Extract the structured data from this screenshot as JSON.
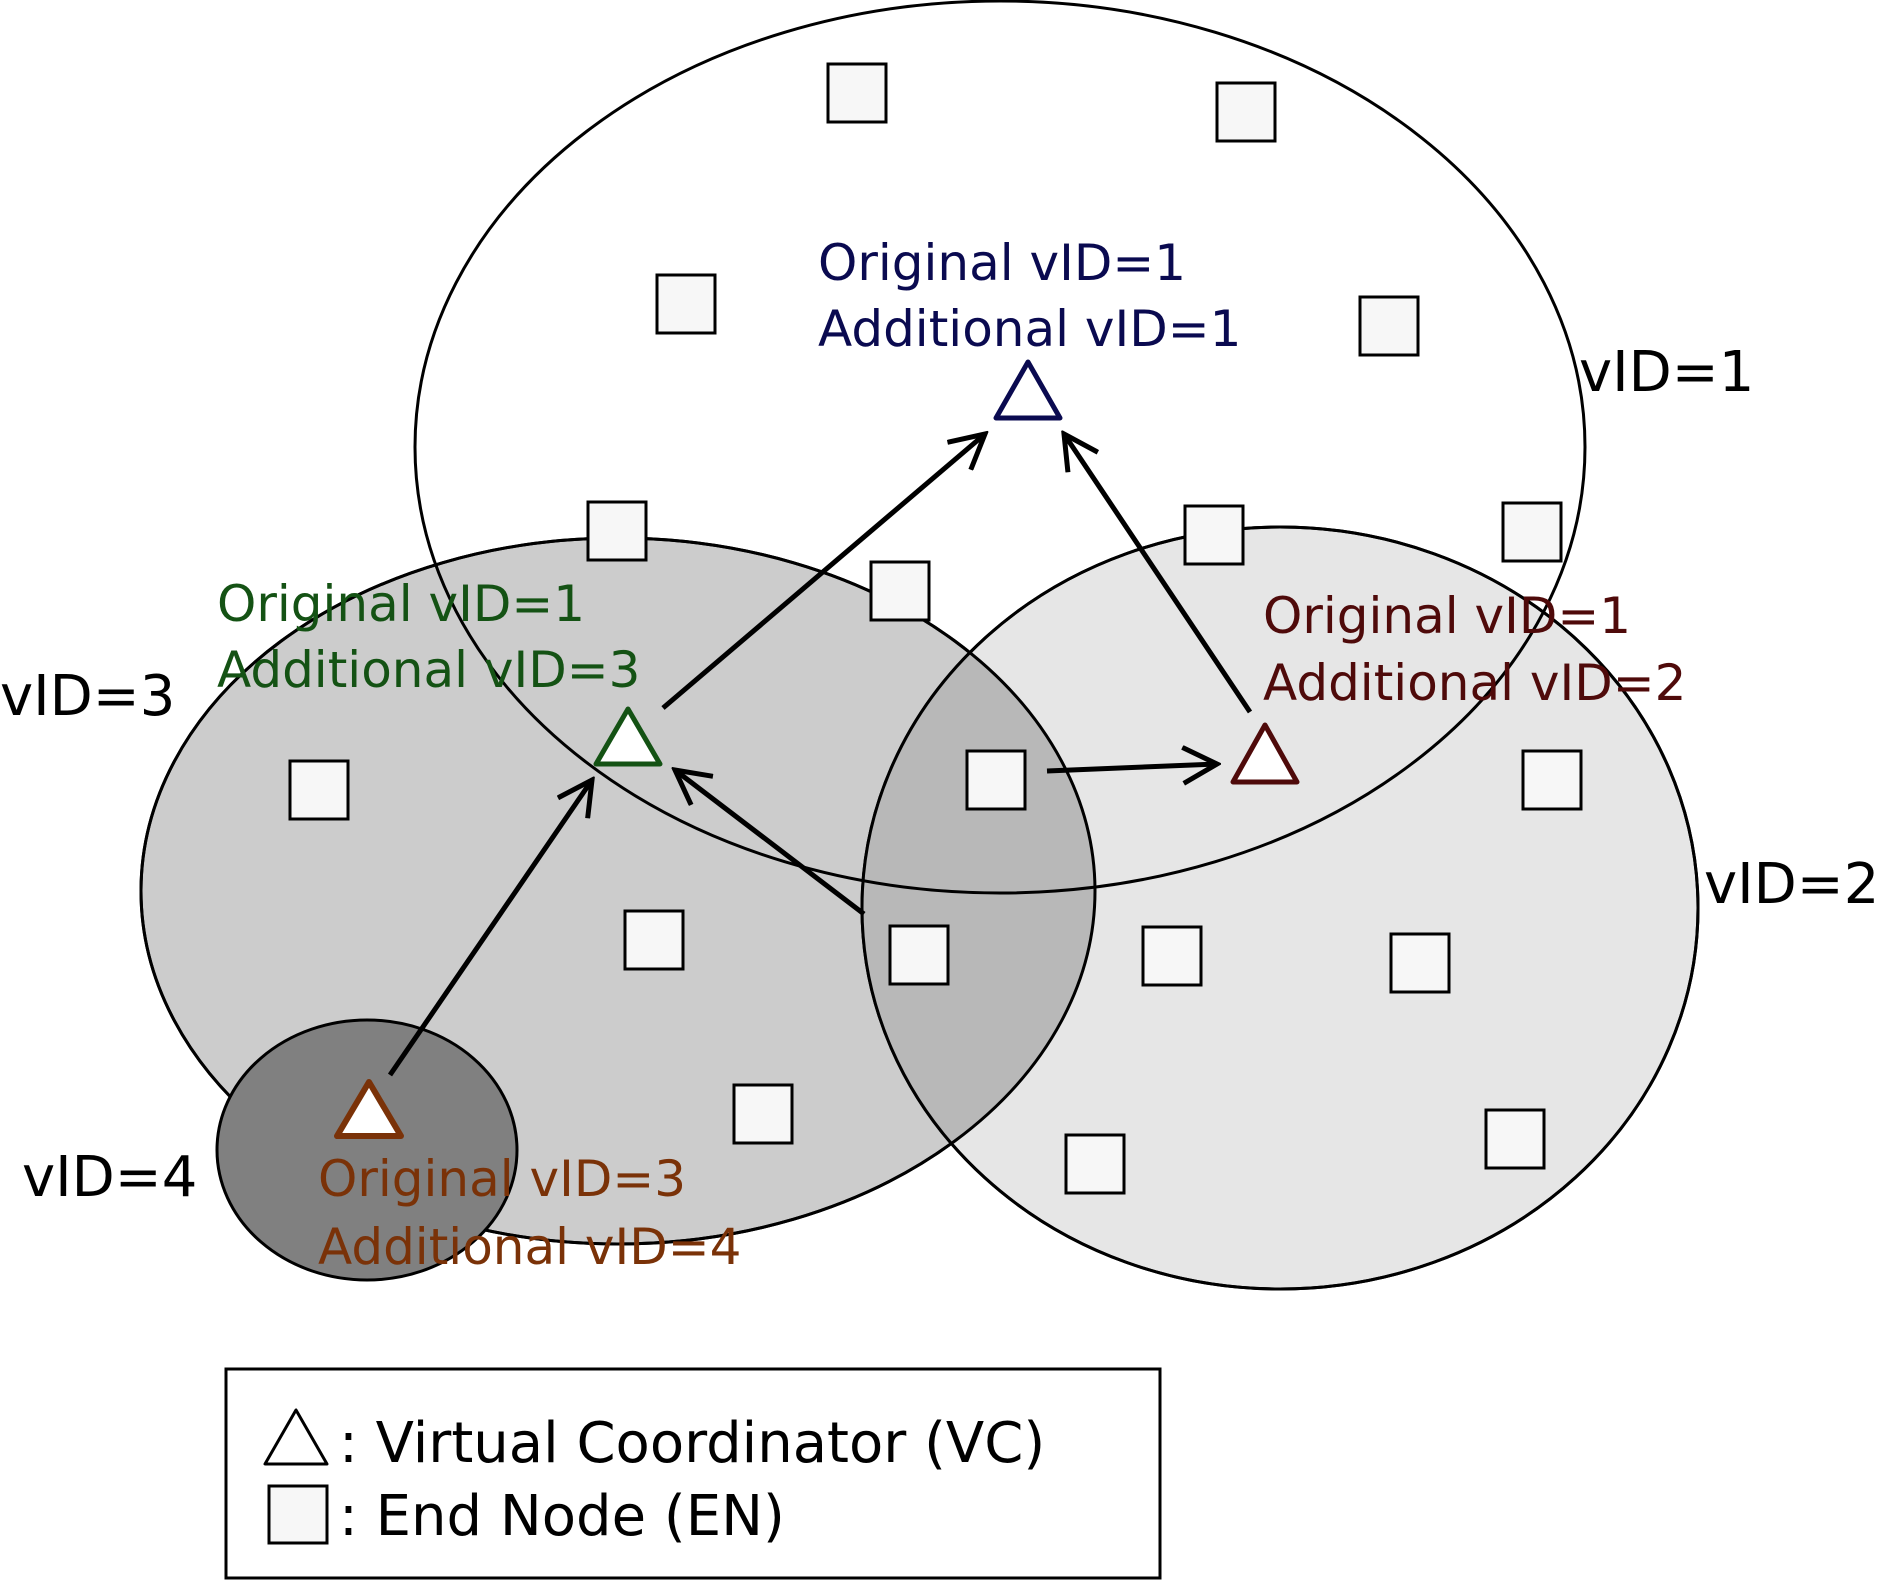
{
  "regions": [
    {
      "label": "vID=1"
    },
    {
      "label": "vID=2"
    },
    {
      "label": "vID=3"
    },
    {
      "label": "vID=4"
    }
  ],
  "coordinators": [
    {
      "line1": "Original vID=1",
      "line2": "Additional vID=1",
      "color": "#0a0a50"
    },
    {
      "line1": "Original vID=1",
      "line2": "Additional vID=2",
      "color": "#4f0a0a"
    },
    {
      "line1": "Original vID=1",
      "line2": "Additional vID=3",
      "color": "#145214"
    },
    {
      "line1": "Original vID=3",
      "line2": "Additional vID=4",
      "color": "#7a3208"
    }
  ],
  "colors": {
    "region_vid1": "#ffffff",
    "region_vid2": "#e6e6e6",
    "region_vid3": "#cccccc",
    "region_vid4": "#808080",
    "overlap": "#b8b8b8",
    "end_node_fill": "#f7f7f7"
  },
  "legend": {
    "vc_label": ": Virtual Coordinator (VC)",
    "en_label": ": End Node (EN)",
    "vc_icon": "triangle",
    "en_icon": "square"
  }
}
